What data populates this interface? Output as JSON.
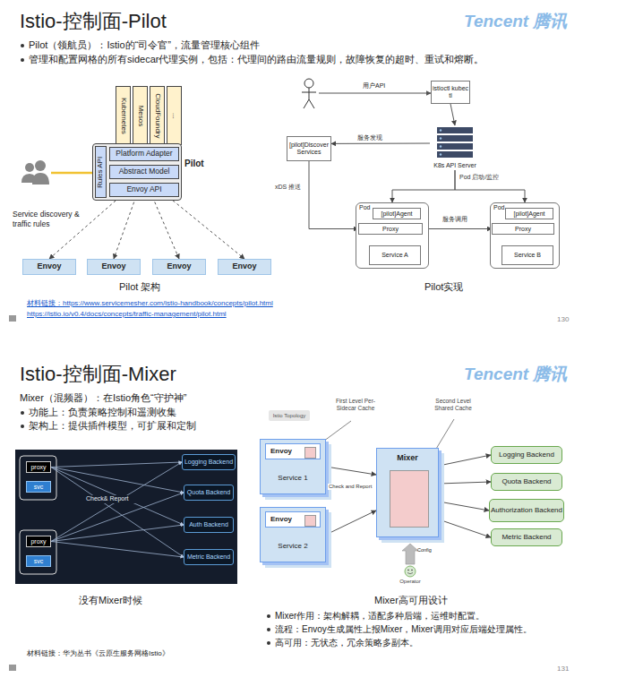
{
  "diagram": {
    "title": "Istio-控制面-Pilot",
    "nodes": [
      {
        "text": [
          "Kubernetes"
        ]
      },
      {
        "text": [
          "Mesos"
        ]
      },
      {
        "text": [
          "CloudFoundry"
        ]
      },
      {
        "text": [
          "..."
        ]
      },
      {
        "text": [
          "Pilot"
        ]
      },
      {
        "text": [
          "Rules API"
        ],
        "in": 4
      },
      {
        "text": [
          "Platform Adapter"
        ],
        "in": 4
      },
      {
        "text": [
          "Abstract Model"
        ],
        "in": 4
      },
      {
        "text": [
          "Envoy API"
        ],
        "in": 4
      },
      {
        "text": [
          "Envoy"
        ]
      },
      {
        "text": [
          "Envoy"
        ]
      },
      {
        "text": [
          "Envoy"
        ]
      },
      {
        "text": [
          "Envoy"
        ]
      },
      {
        "text": [
          "istioctl kubectl"
        ]
      },
      {
        "text": [
          "[pilot]Discover Services"
        ]
      },
      {
        "text": [
          "K8s API Server"
        ]
      },
      {
        "text": [
          "Pod"
        ]
      },
      {
        "text": [
          "[pilot]Agent"
        ],
        "in": 16
      },
      {
        "text": [
          "Proxy"
        ],
        "in": 16
      },
      {
        "text": [
          "Service A"
        ],
        "in": 16
      },
      {
        "text": [
          "Pod"
        ]
      },
      {
        "text": [
          "[pilot]Agent"
        ],
        "in": 20
      },
      {
        "text": [
          "Proxy"
        ],
        "in": 20
      },
      {
        "text": [
          "Service B"
        ],
        "in": 20
      },
      {
        "text": [
          "proxy"
        ]
      },
      {
        "text": [
          "svc"
        ]
      },
      {
        "text": [
          "proxy"
        ]
      },
      {
        "text": [
          "svc"
        ]
      },
      {
        "text": [
          "Logging Backend"
        ]
      },
      {
        "text": [
          "Quota Backend"
        ]
      },
      {
        "text": [
          "Auth Backend"
        ]
      },
      {
        "text": [
          "Metric Backend"
        ]
      },
      {
        "text": [
          "Istio Topology"
        ]
      },
      {
        "text": [
          "Service 1"
        ]
      },
      {
        "text": [
          "Envoy"
        ],
        "in": 33
      },
      {
        "text": [
          "Service 2"
        ]
      },
      {
        "text": [
          "Envoy"
        ],
        "in": 35
      },
      {
        "text": [
          "Mixer"
        ]
      },
      {
        "text": [
          "Logging Backend"
        ]
      },
      {
        "text": [
          "Quota Backend"
        ]
      },
      {
        "text": [
          "Authorization Backend"
        ]
      },
      {
        "text": [
          "Metric Backend"
        ]
      }
    ],
    "edges": [
      {
        "from": 8,
        "to": 9,
        "arrow": "to"
      },
      {
        "from": 8,
        "to": 10,
        "arrow": "to"
      },
      {
        "from": 8,
        "to": 11,
        "arrow": "to"
      },
      {
        "from": 8,
        "to": 12,
        "arrow": "to"
      },
      {
        "from": 13,
        "to": 15,
        "arrow": "to"
      },
      {
        "from": 15,
        "to": 14,
        "label": "服务发现",
        "arrow": "to"
      },
      {
        "from": 14,
        "to": 18,
        "label": "xDS 推送",
        "arrow": "to"
      },
      {
        "from": 15,
        "to": 16,
        "label": "Pod 启动/监控",
        "arrow": "to"
      },
      {
        "from": 15,
        "to": 20,
        "arrow": "to"
      },
      {
        "from": 18,
        "to": 22,
        "label": "服务调用",
        "arrow": "to"
      },
      {
        "from": 24,
        "to": 28,
        "arrow": "to"
      },
      {
        "from": 24,
        "to": 29,
        "arrow": "to"
      },
      {
        "from": 24,
        "to": 30,
        "arrow": "to"
      },
      {
        "from": 24,
        "to": 31,
        "arrow": "to"
      },
      {
        "from": 26,
        "to": 28,
        "arrow": "to"
      },
      {
        "from": 26,
        "to": 29,
        "arrow": "to"
      },
      {
        "from": 26,
        "to": 30,
        "arrow": "to"
      },
      {
        "from": 26,
        "to": 31,
        "arrow": "to"
      },
      {
        "from": 33,
        "to": 37,
        "label": "Check and Report",
        "arrow": "to"
      },
      {
        "from": 35,
        "to": 37,
        "arrow": "to"
      },
      {
        "from": 37,
        "to": 38,
        "arrow": "to"
      },
      {
        "from": 37,
        "to": 39,
        "arrow": "to"
      },
      {
        "from": 37,
        "to": 40,
        "arrow": "to"
      },
      {
        "from": 37,
        "to": 41,
        "arrow": "to"
      }
    ],
    "labels": [
      "Tencent 腾讯",
      "Pilot（领航员）：Istio的“司令官”，流量管理核心组件",
      "管理和配置网格的所有sidecar代理实例，包括：代理间的路由流量规则，故障恢复的超时、重试和熔断。",
      "Service discovery & traffic rules",
      "Pilot 架构",
      "用户API",
      "Pilot实现",
      "材料链接：https://www.servicemesher.com/istio-handbook/concepts/pilot.html",
      "https://istio.io/v0.4/docs/concepts/traffic-management/pilot.html",
      "130",
      "Istio-控制面-Mixer",
      "Tencent 腾讯",
      "Mixer（混频器）：在Istio角色“守护神”",
      "功能上：负责策略控制和遥测收集",
      "架构上：提供插件模型，可扩展和定制",
      "Check& Report",
      "没有Mixer时候",
      "First Level Per-Sidecar Cache",
      "Second Level Shared Cache",
      "Config",
      "Operator",
      "Mixer高可用设计",
      "Mixer作用：架构解耦，适配多种后端，运维时配置。",
      "流程：Envoy生成属性上报Mixer，Mixer调用对应后端处理属性。",
      "高可用：无状态，冗余策略多副本。",
      "材料链接：华为丛书《云原生服务网格Istio》",
      "131"
    ]
  }
}
